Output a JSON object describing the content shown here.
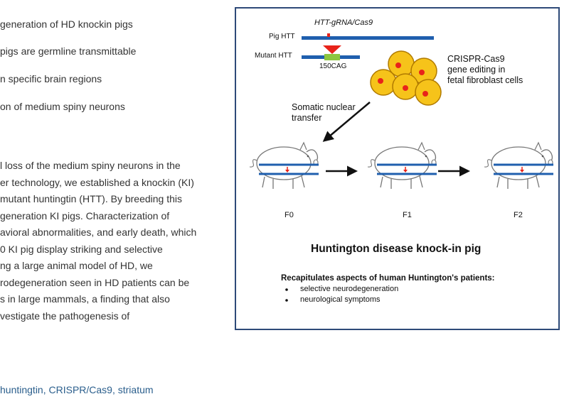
{
  "highlights": [
    "generation of HD knockin pigs",
    "pigs are germline transmittable",
    "n specific brain regions",
    "on of medium spiny neurons"
  ],
  "abstract_lines": [
    "l loss of the medium spiny neurons in the",
    "er technology, we established a knockin (KI)",
    "mutant huntingtin (HTT). By breeding this",
    "generation KI pigs. Characterization of",
    "avioral abnormalities, and early death, which",
    "0 KI pig display striking and selective",
    "ng a large animal model of HD, we",
    "rodegeneration seen in HD patients can be",
    "s in large mammals, a finding that also",
    "vestigate the pathogenesis of"
  ],
  "keywords": {
    "items": [
      " huntingtin",
      "CRISPR/Cas9",
      "striatum"
    ],
    "separator": ", "
  },
  "figure": {
    "htt_grna_label": "HTT-gRNA/Cas9",
    "pig_htt_label": "Pig HTT",
    "mutant_htt_label": "Mutant HTT",
    "cag_label": "150CAG",
    "crispr_label_1": "CRISPR-Cas9",
    "crispr_label_2": "gene editing in",
    "crispr_label_3": "fetal fibroblast cells",
    "snt_label_1": "Somatic nuclear",
    "snt_label_2": "transfer",
    "generations": [
      "F0",
      "F1",
      "F2"
    ],
    "title": "Huntington disease knock-in pig",
    "recap_heading": "Recapitulates aspects of human Huntington's patients:",
    "recap_items": [
      "selective neurodegeneration",
      "neurological symptoms"
    ],
    "colors": {
      "border": "#2e4a78",
      "gene_bar": "#1f5fae",
      "cag": "#8cc63f",
      "arrow_red": "#e8231a",
      "cell_fill": "#f6c31a",
      "cell_stroke": "#b07a00"
    }
  }
}
